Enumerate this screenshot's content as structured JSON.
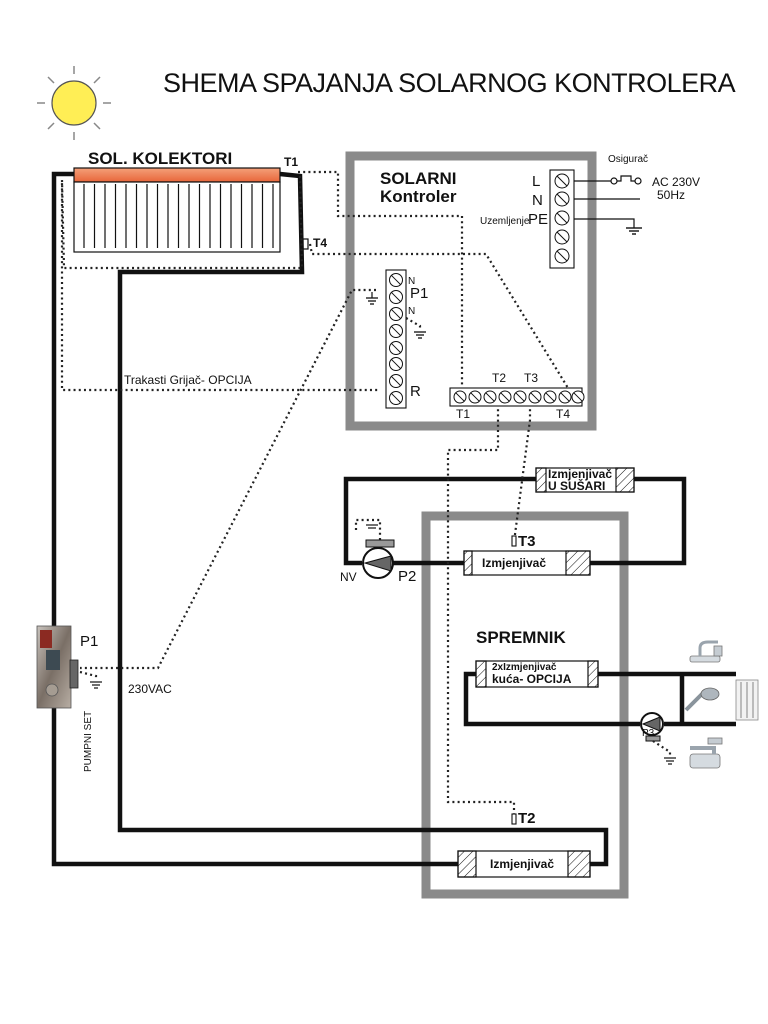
{
  "title": "SHEMA SPAJANJA SOLARNOG KONTROLERA",
  "collector": {
    "label": "SOL. KOLEKTORI",
    "sensor_t1": "T1",
    "sensor_t4": "T4"
  },
  "controller": {
    "title_line1": "SOLARNI",
    "title_line2": "Kontroler",
    "power_terminals": {
      "l": "L",
      "n": "N",
      "pe": "PE",
      "ground_label": "Uzemljenje"
    },
    "fuse_label": "Osigurač",
    "supply_line1": "AC 230V",
    "supply_line2": "50Hz",
    "output_terminals": {
      "p1": "P1",
      "n1": "N",
      "n2": "N",
      "r": "R"
    },
    "sensor_terminals": {
      "t1": "T1",
      "t2": "T2",
      "t3": "T3",
      "t4": "T4"
    }
  },
  "heater_option": "Trakasti Grijač- OPCIJA",
  "pump_set": {
    "pump_label": "P1",
    "set_label": "PUMPNI SET",
    "voltage": "230VAC"
  },
  "dryer_exchanger": {
    "line1": "Izmjenjivač",
    "line2": "U SUŠARI"
  },
  "pump2": {
    "label": "P2",
    "nv": "NV"
  },
  "tank": {
    "label": "SPREMNIK",
    "upper_exchanger": "Izmjenjivač",
    "upper_sensor": "T3",
    "house_exchanger_line1": "2xIzmjenjivač",
    "house_exchanger_line2": "kuća- OPCIJA",
    "lower_sensor": "T2",
    "lower_exchanger": "Izmjenjivač"
  },
  "pump3": {
    "label": "P3"
  },
  "colors": {
    "frame": "#8a8a8a",
    "sun": "#ffee55",
    "collector_header": "#f08a60",
    "pipe": "#111111"
  }
}
